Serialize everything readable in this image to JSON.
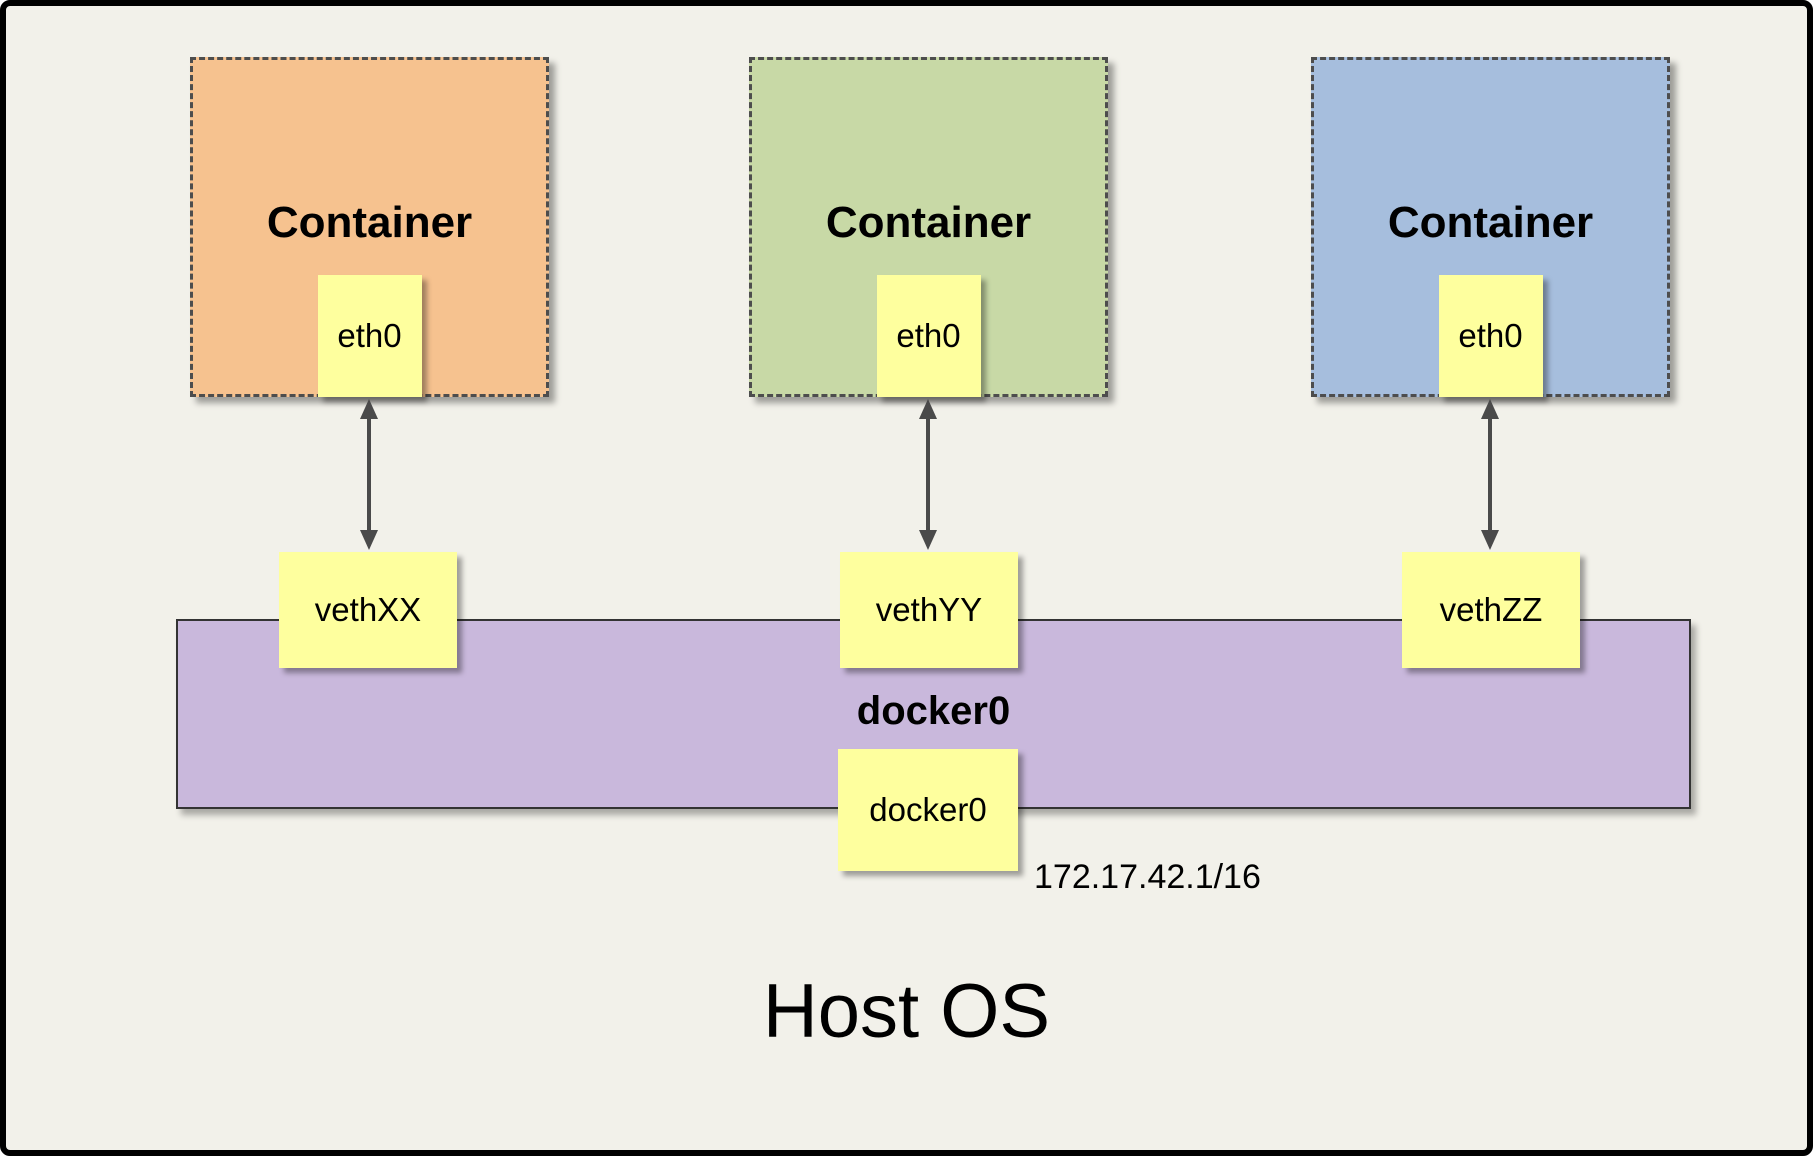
{
  "diagram": {
    "host_label": "Host OS",
    "containers": [
      {
        "label": "Container",
        "interface": "eth0",
        "veth": "vethXX",
        "fill": "#f6c28f"
      },
      {
        "label": "Container",
        "interface": "eth0",
        "veth": "vethYY",
        "fill": "#c8d9a6"
      },
      {
        "label": "Container",
        "interface": "eth0",
        "veth": "vethZZ",
        "fill": "#a6bedd"
      }
    ],
    "bridge": {
      "title": "docker0",
      "interface_box": "docker0",
      "ip": "172.17.42.1/16",
      "fill": "#c9b8dc"
    },
    "colors": {
      "background": "#f2f1ea",
      "label_box_fill": "#feff9e",
      "arrow": "#4a4a4a",
      "outer_border": "#000000",
      "dashed_border": "#4d4d4d"
    }
  }
}
